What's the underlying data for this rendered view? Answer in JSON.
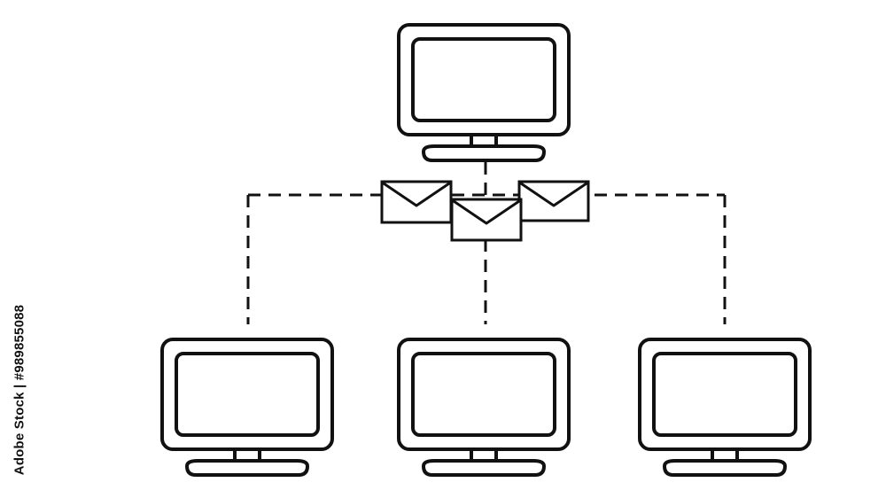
{
  "diagram": {
    "nodes": [
      {
        "id": "server",
        "icon": "computer-monitor-icon"
      },
      {
        "id": "client-left",
        "icon": "computer-monitor-icon"
      },
      {
        "id": "client-center",
        "icon": "computer-monitor-icon"
      },
      {
        "id": "client-right",
        "icon": "computer-monitor-icon"
      }
    ],
    "connections": [
      {
        "from": "server",
        "to": "client-left",
        "style": "dashed"
      },
      {
        "from": "server",
        "to": "client-center",
        "style": "dashed"
      },
      {
        "from": "server",
        "to": "client-right",
        "style": "dashed"
      }
    ],
    "messages": [
      "envelope-icon",
      "envelope-icon",
      "envelope-icon"
    ]
  },
  "watermark": {
    "text": "Adobe Stock | #989855088"
  },
  "colors": {
    "line": "#111111",
    "background": "#ffffff"
  }
}
